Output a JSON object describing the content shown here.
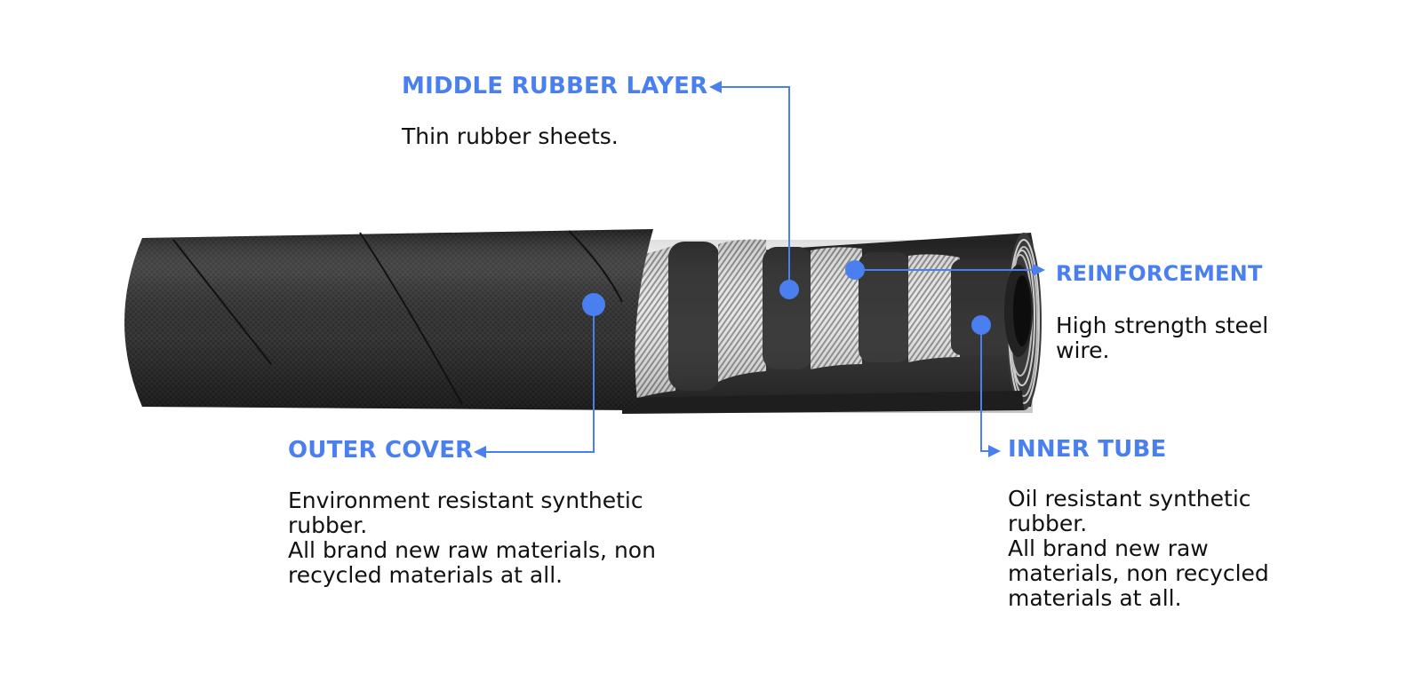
{
  "colors": {
    "accent": "#4a7ff0",
    "text": "#111111",
    "hose_dark": "#2c2c2c",
    "steel_wire": "#d9d9d9"
  },
  "labels": {
    "middle_rubber_layer": {
      "title": "MIDDLE RUBBER LAYER",
      "desc": [
        "Thin rubber sheets."
      ]
    },
    "reinforcement": {
      "title": "REINFORCEMENT",
      "desc": [
        "High strength steel",
        "wire."
      ]
    },
    "outer_cover": {
      "title": "OUTER COVER",
      "desc": [
        "Environment resistant synthetic",
        "rubber.",
        "All brand new raw materials, non",
        "recycled materials at all."
      ]
    },
    "inner_tube": {
      "title": "INNER TUBE",
      "desc": [
        "Oil resistant synthetic",
        "rubber.",
        "All brand new raw",
        "materials, non recycled",
        "materials at all."
      ]
    }
  }
}
